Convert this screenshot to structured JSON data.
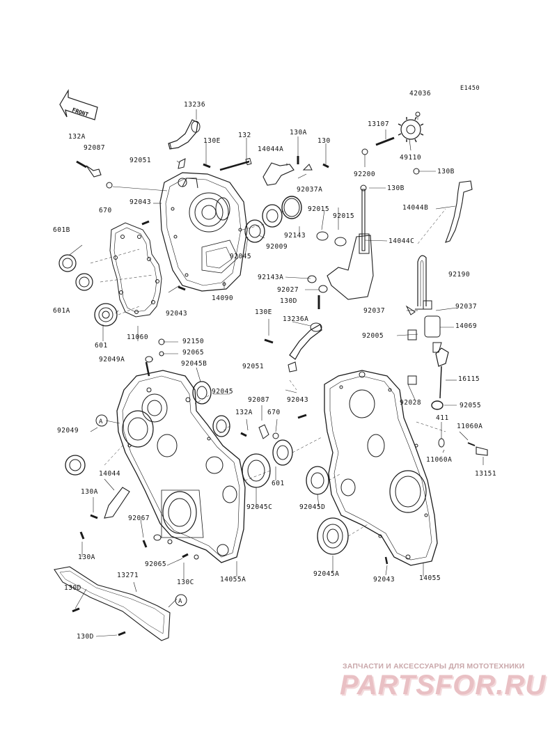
{
  "diagram": {
    "code": "E1450",
    "front_label": "FRONT",
    "circle_ref": "A",
    "watermark_subtitle": "ЗАПЧАСТИ И АКСЕССУАРЫ ДЛЯ МОТОТЕХНИКИ",
    "watermark_logo": "PARTSFOR.RU",
    "line_color": "#1a1a1a",
    "accent_color": "#e9c0c4"
  },
  "labels": {
    "l13236": "13236",
    "l132A": "132A",
    "l92087a": "92087",
    "l92051a": "92051",
    "l130Ea": "130E",
    "l132": "132",
    "l130Aa": "130A",
    "l130": "130",
    "l14044A": "14044A",
    "l92037A": "92037A",
    "l13107": "13107",
    "l42036": "42036",
    "l49110": "49110",
    "l92200": "92200",
    "l130Ba": "130B",
    "l130Bb": "130B",
    "l14044B": "14044B",
    "l670a": "670",
    "l92043a": "92043",
    "l92015a": "92015",
    "l92015b": "92015",
    "l92143a": "92143",
    "l14044C": "14044C",
    "l601B": "601B",
    "l92009": "92009",
    "l92045a": "92045",
    "l92143A": "92143A",
    "l92190": "92190",
    "l92027": "92027",
    "l130Da": "130D",
    "l14090": "14090",
    "l601A": "601A",
    "l92043b": "92043",
    "l92037b": "92037",
    "l92037c": "92037",
    "l130Eb": "130E",
    "l13236A": "13236A",
    "l14069": "14069",
    "l601a": "601",
    "l11060": "11060",
    "l92005": "92005",
    "l92150": "92150",
    "l92049A": "92049A",
    "l92065a": "92065",
    "l92045B": "92045B",
    "l92051b": "92051",
    "l16115": "16115",
    "l92045b": "92045",
    "l92087b": "92087",
    "l92043c": "92043",
    "l92028": "92028",
    "l92055": "92055",
    "l92049": "92049",
    "l132Ab": "132A",
    "l670b": "670",
    "l411": "411",
    "l11060Aa": "11060A",
    "l11060Ab": "11060A",
    "l14044": "14044",
    "l601b": "601",
    "l13151": "13151",
    "l130Ab": "130A",
    "l92045C": "92045C",
    "l92045D": "92045D",
    "l92067": "92067",
    "l130Ac": "130A",
    "l92065b": "92065",
    "l130C": "130C",
    "l14055A": "14055A",
    "l92045A": "92045A",
    "l92043d": "92043",
    "l14055": "14055",
    "l13271": "13271",
    "l130Db": "130D",
    "l130Dc": "130D"
  }
}
